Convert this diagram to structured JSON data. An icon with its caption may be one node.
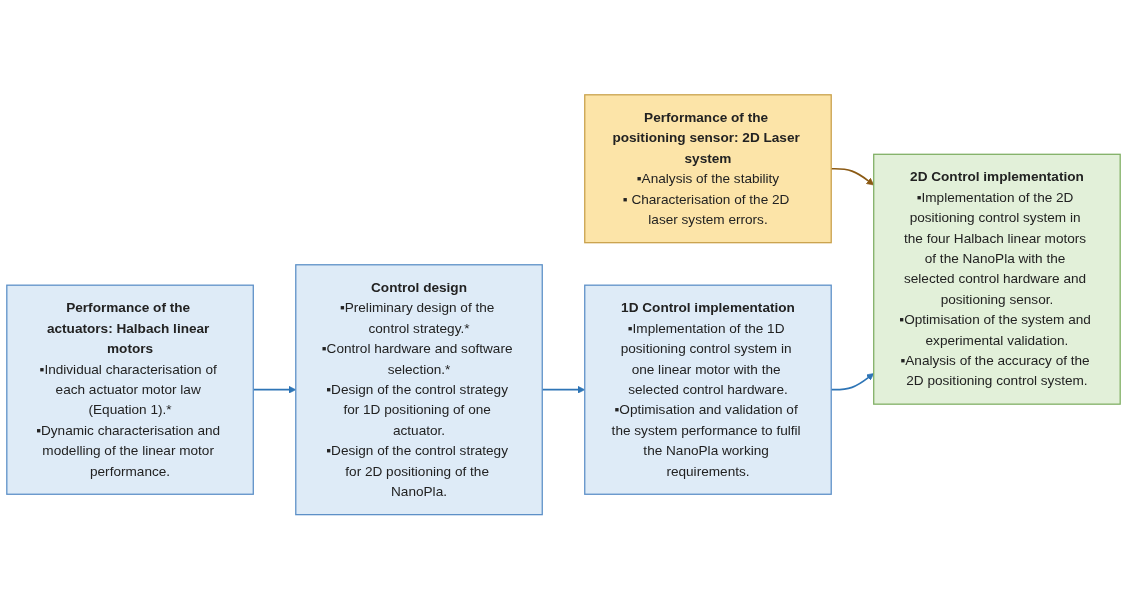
{
  "diagram": {
    "nodes": [
      {
        "text": [
          "Performance of the positioning sensor: 2D Laser system",
          "▪Analysis of the stability",
          "▪ Characterisation of the 2D laser system errors."
        ]
      },
      {
        "text": [
          "Performance of the actuators: Halbach linear motors",
          "▪Individual characterisation of each actuator motor law (Equation 1).*",
          "▪Dynamic characterisation and modelling of the linear motor performance."
        ]
      },
      {
        "text": [
          "Control design",
          "▪Preliminary design of the control strategy.*",
          "▪Control hardware and software selection.*",
          "▪Design of the control strategy for 1D positioning of one actuator.",
          "▪Design of the control strategy for 2D positioning of the NanoPla."
        ]
      },
      {
        "text": [
          "1D Control implementation",
          "▪Implementation of the 1D positioning control system in one linear motor with the selected control hardware.",
          "▪Optimisation and validation of the system performance to fulfil the NanoPla working requirements."
        ]
      },
      {
        "text": [
          "2D Control implementation",
          "▪Implementation of the 2D positioning control system in the four Halbach linear motors of the NanoPla with the selected control hardware and positioning sensor.",
          "▪Optimisation of the system and experimental validation.",
          "▪Analysis of the accuracy of the 2D positioning control system."
        ]
      }
    ],
    "edges": [
      {
        "from": 0,
        "to": 4,
        "arrow": "to",
        "color": "#8b5a14"
      },
      {
        "from": 1,
        "to": 2,
        "arrow": "to"
      },
      {
        "from": 2,
        "to": 3,
        "arrow": "to"
      },
      {
        "from": 3,
        "to": 4,
        "arrow": "to"
      }
    ]
  }
}
